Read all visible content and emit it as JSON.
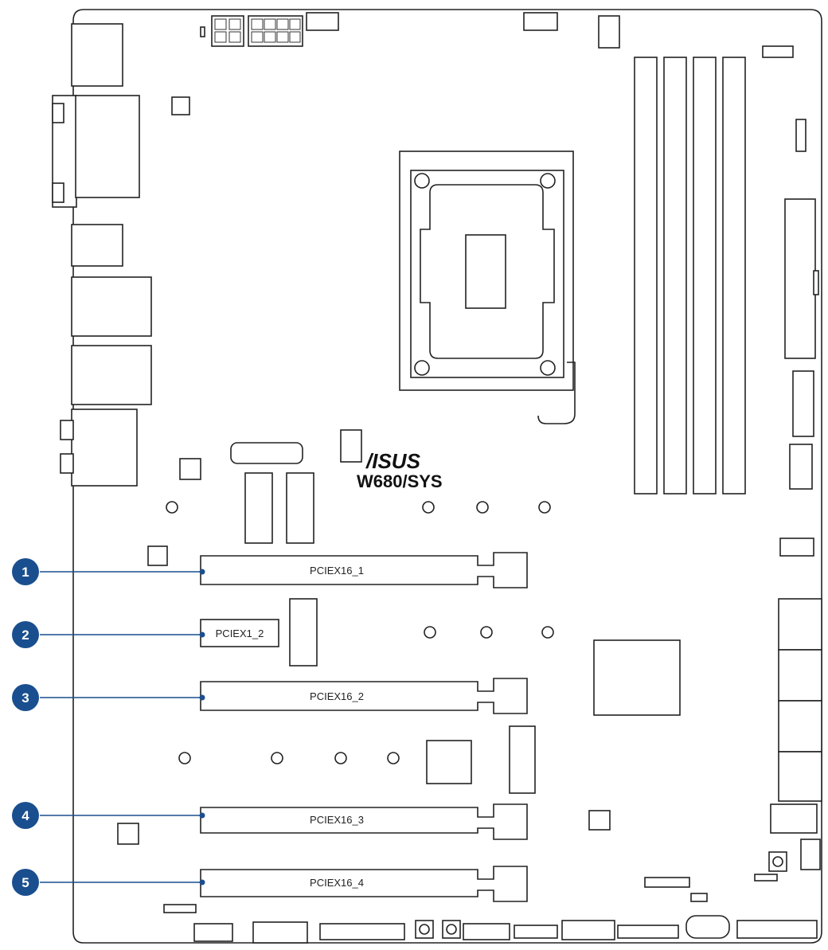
{
  "brand": {
    "logo_text": "/ISUS",
    "model": "W680/SYS"
  },
  "callouts": [
    {
      "number": "1",
      "slot": "PCIEX16_1"
    },
    {
      "number": "2",
      "slot": "PCIEX1_2"
    },
    {
      "number": "3",
      "slot": "PCIEX16_2"
    },
    {
      "number": "4",
      "slot": "PCIEX16_3"
    },
    {
      "number": "5",
      "slot": "PCIEX16_4"
    }
  ],
  "colors": {
    "callout_fill": "#1a4f8f",
    "leader_line": "#1a4f8f",
    "outline": "#222222"
  }
}
